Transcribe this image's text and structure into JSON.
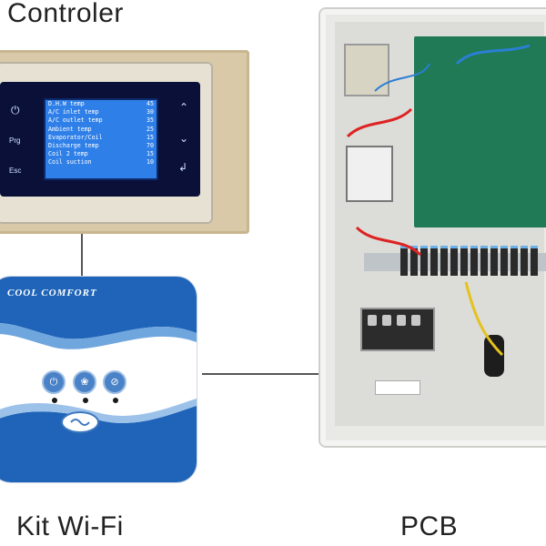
{
  "labels": {
    "controller": "Controler",
    "kit": "Kit Wi-Fi",
    "pcb": "PCB"
  },
  "controller": {
    "buttons_left": [
      "Prg",
      "Esc"
    ],
    "screen_rows": [
      {
        "label": "D.H.W temp",
        "value": "45"
      },
      {
        "label": "A/C inlet temp",
        "value": "30"
      },
      {
        "label": "A/C outlet temp",
        "value": "35"
      },
      {
        "label": "Ambient temp",
        "value": "25"
      },
      {
        "label": "Evaporator/Coil",
        "value": "15"
      },
      {
        "label": "Discharge temp",
        "value": "70"
      },
      {
        "label": "Coil 2 temp",
        "value": "15"
      },
      {
        "label": "Coil suction",
        "value": "10"
      }
    ]
  },
  "kit": {
    "brand": "COOL COMFORT"
  },
  "colors": {
    "kit_blue": "#1f64b8",
    "screen_blue": "#2f7fe8",
    "board_green": "#1f7a55"
  }
}
